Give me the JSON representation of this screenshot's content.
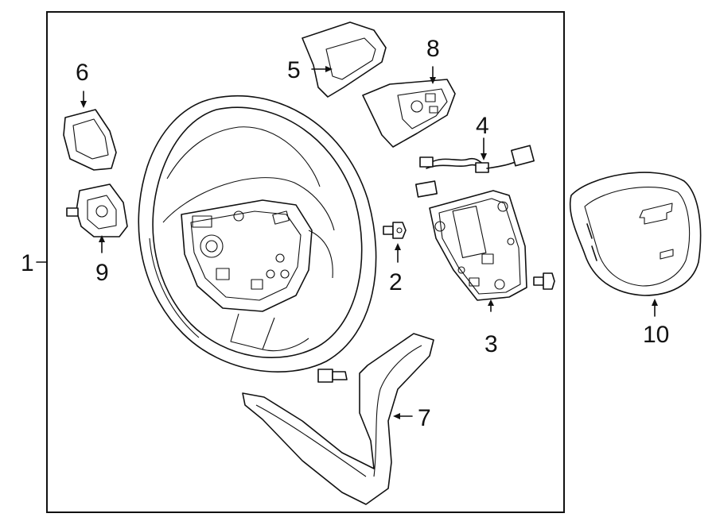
{
  "diagram": {
    "callouts": {
      "c1": "1",
      "c2": "2",
      "c3": "3",
      "c4": "4",
      "c5": "5",
      "c6": "6",
      "c7": "7",
      "c8": "8",
      "c9": "9",
      "c10": "10"
    },
    "parts": [
      "steering-wheel",
      "bolt-2",
      "switch-bezel-3",
      "wiring-harness-4",
      "cover-5",
      "cover-6",
      "lower-trim-7",
      "switch-8",
      "switch-9",
      "airbag-module-10"
    ]
  }
}
